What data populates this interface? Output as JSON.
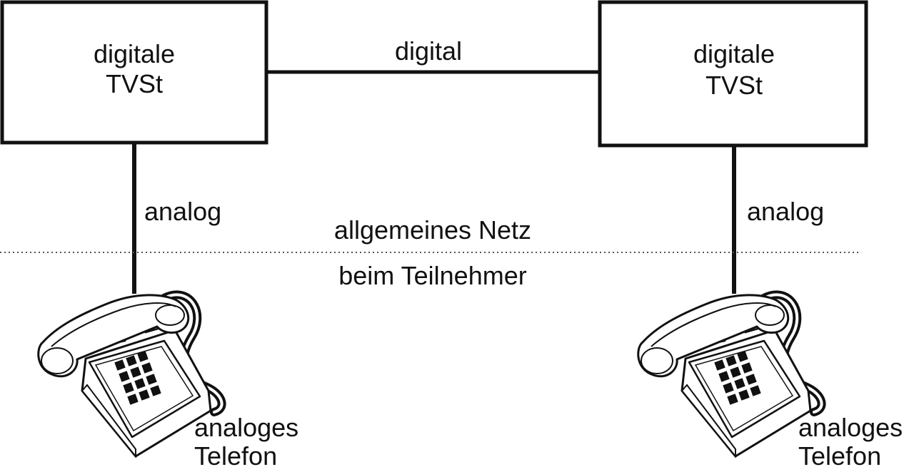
{
  "diagram": {
    "left_exchange": {
      "line1": "digitale",
      "line2": "TVSt"
    },
    "right_exchange": {
      "line1": "digitale",
      "line2": "TVSt"
    },
    "trunk_label": "digital",
    "left_line_label": "analog",
    "right_line_label": "analog",
    "zone_above": "allgemeines Netz",
    "zone_below": "beim Teilnehmer",
    "left_phone": {
      "line1": "analoges",
      "line2": "Telefon"
    },
    "right_phone": {
      "line1": "analoges",
      "line2": "Telefon"
    }
  },
  "colors": {
    "stroke": "#111111",
    "background": "#ffffff"
  }
}
